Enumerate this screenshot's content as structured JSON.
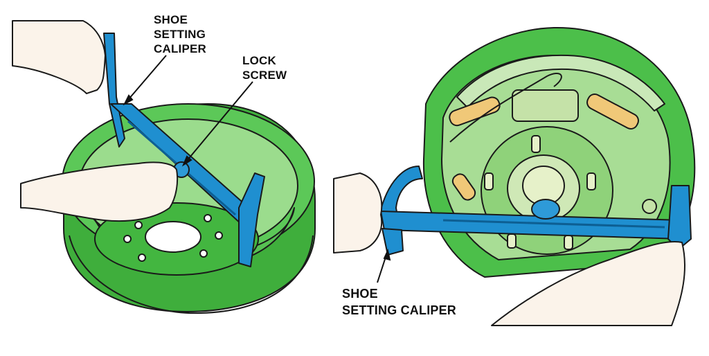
{
  "labels": {
    "left_caliper": [
      "SHOE",
      "SETTING",
      "CALIPER"
    ],
    "lock_screw": [
      "LOCK",
      "SCREW"
    ],
    "right_caliper": [
      "SHOE",
      "SETTING CALIPER"
    ]
  },
  "colors": {
    "drum_green": "#4cbf4a",
    "drum_light": "#9bdc8d",
    "caliper_blue": "#1f8fd0",
    "spring_tan": "#f0c878",
    "skin": "#fbf3ea",
    "outline": "#1a1a1a"
  },
  "icons": {
    "left_scene": "brake-drum-with-caliper",
    "right_scene": "brake-shoes-with-caliper"
  }
}
